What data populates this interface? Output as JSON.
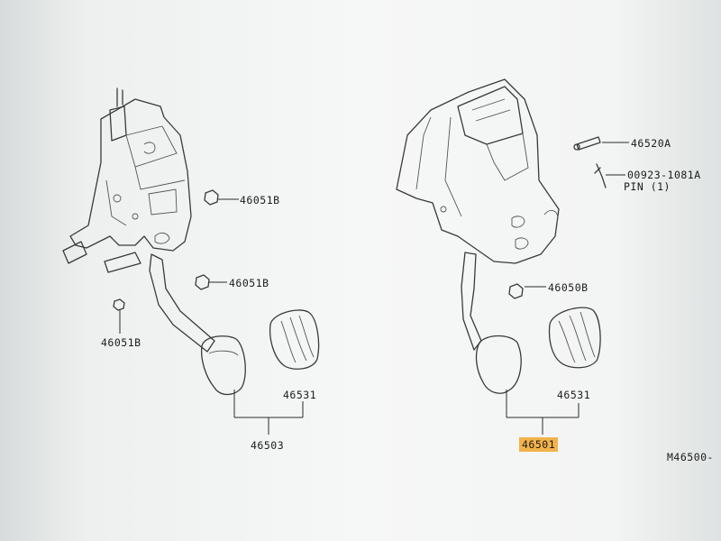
{
  "labels": {
    "nut_left_top": "46051B",
    "nut_left_mid": "46051B",
    "nut_left_bottom": "46051B",
    "pad_left": "46531",
    "assembly_left": "46503",
    "pin_top": "46520A",
    "clip_part": "00923-1081A",
    "clip_desc": "PIN (1)",
    "nut_right": "46050B",
    "pad_right": "46531",
    "assembly_right": "46501",
    "diagram_code": "M46500-"
  },
  "colors": {
    "highlight": "#f2b34a",
    "ink": "#3a3a3a"
  }
}
